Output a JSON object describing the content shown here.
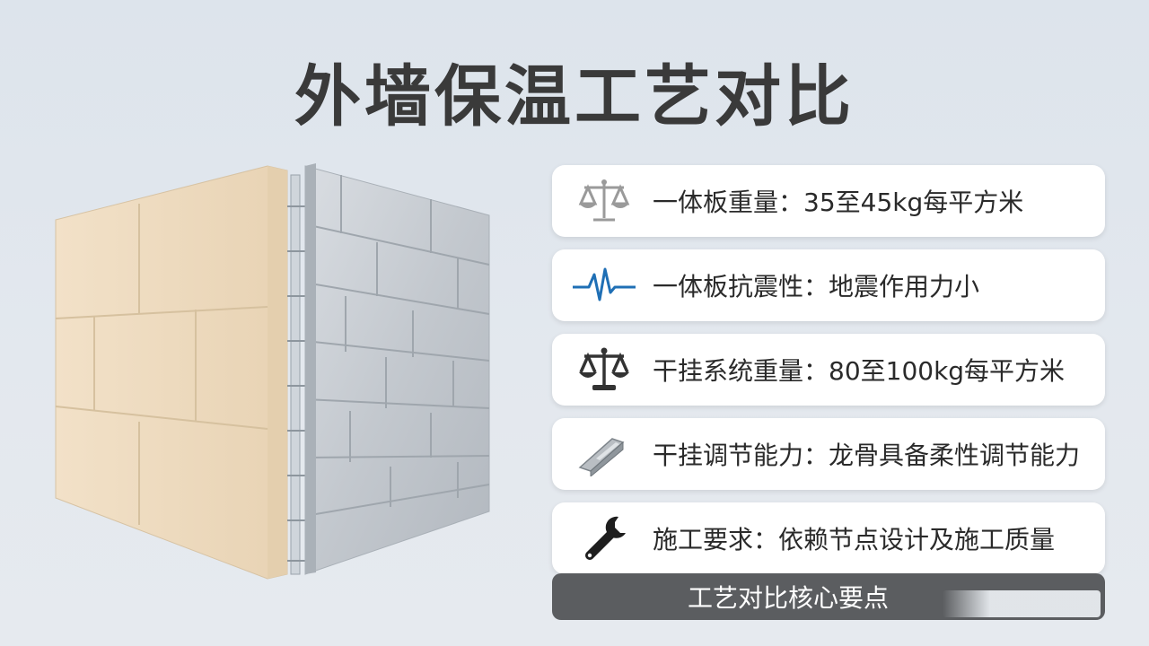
{
  "title": "外墙保温工艺对比",
  "cards": [
    {
      "icon": "scale-outline-icon",
      "text": "一体板重量：35至45kg每平方米"
    },
    {
      "icon": "pulse-wave-icon",
      "text": "一体板抗震性：地震作用力小"
    },
    {
      "icon": "scale-solid-icon",
      "text": "干挂系统重量：80至100kg每平方米"
    },
    {
      "icon": "steel-beam-icon",
      "text": "干挂调节能力：龙骨具备柔性调节能力"
    },
    {
      "icon": "wrench-icon",
      "text": "施工要求：依赖节点设计及施工质量"
    }
  ],
  "footer": "工艺对比核心要点",
  "colors": {
    "accent_blue": "#1f6fb5",
    "dark": "#3a3a3a",
    "bar": "#5b5d60"
  }
}
